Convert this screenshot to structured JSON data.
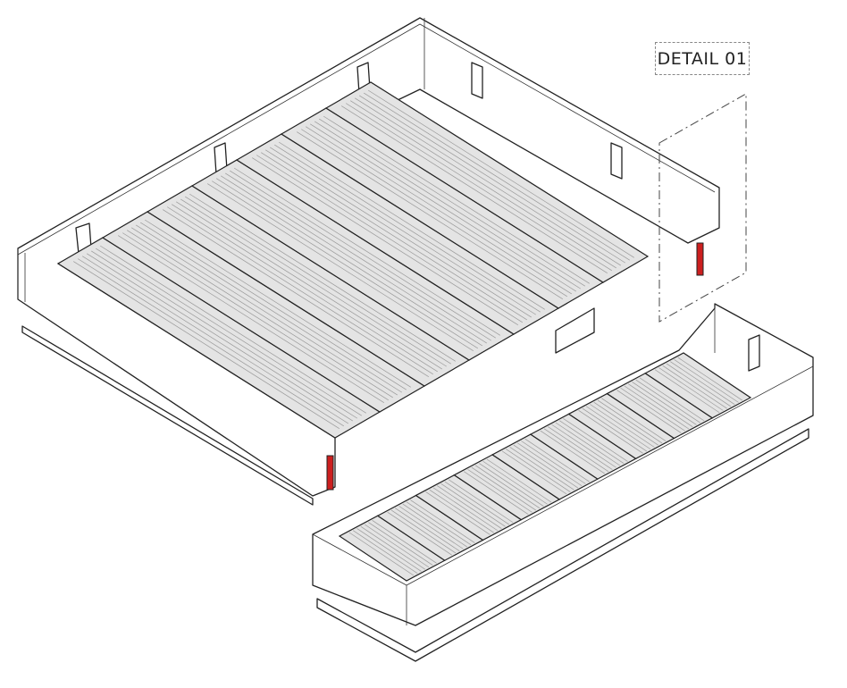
{
  "detail_label": "DETAIL 01",
  "colors": {
    "line": "#222222",
    "deck_fill": "#e4e4e4",
    "rib": "#9a9a9a",
    "highlight": "#cc1f1f"
  },
  "assemblies": [
    {
      "name": "main-assembly",
      "slat_count": 7
    },
    {
      "name": "secondary-assembly",
      "slat_count": 9
    }
  ]
}
